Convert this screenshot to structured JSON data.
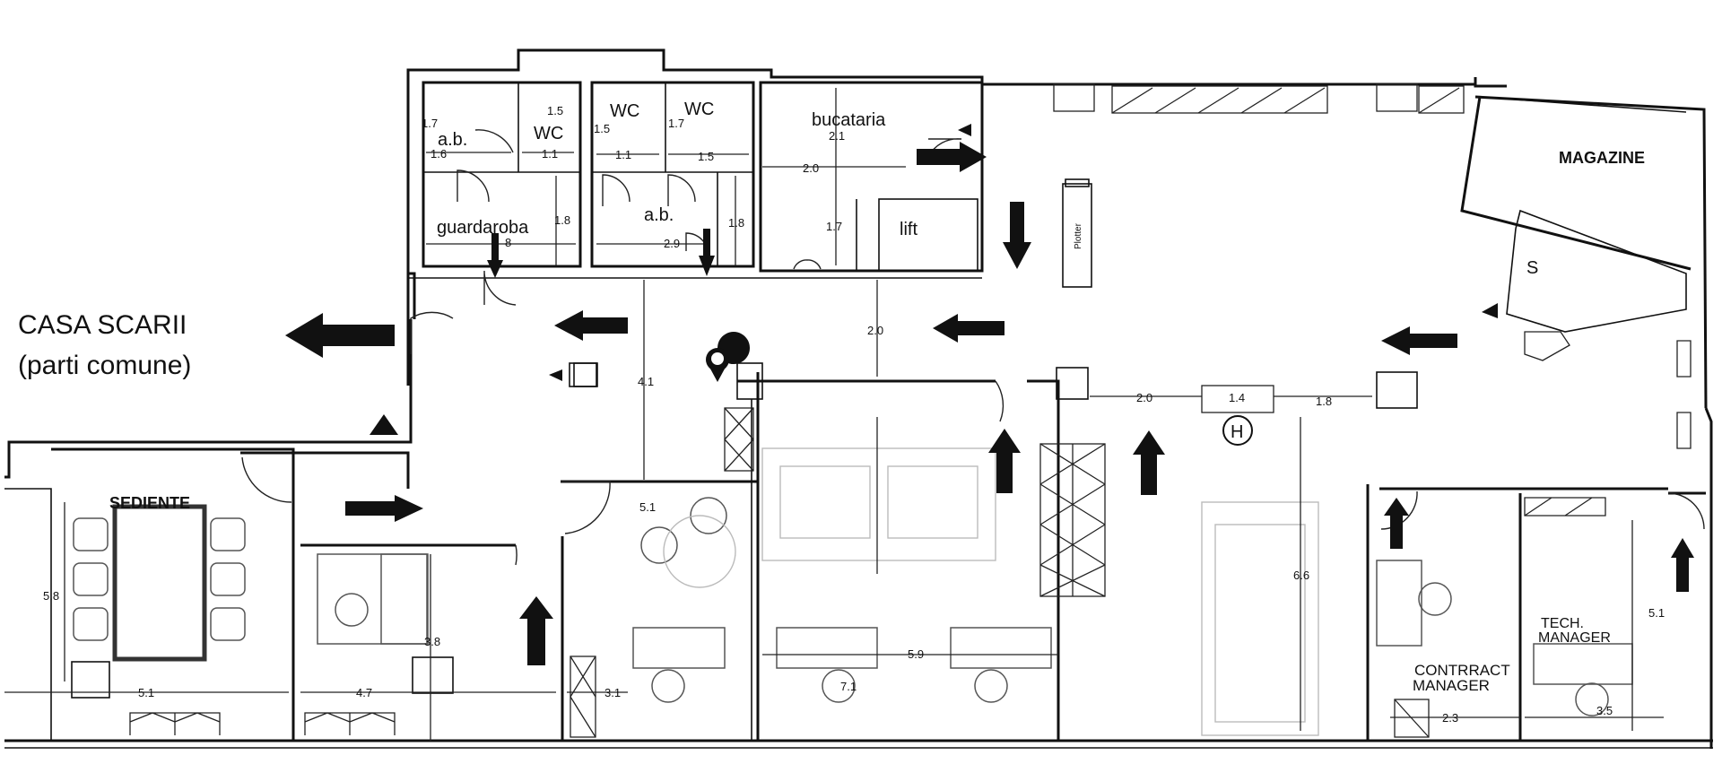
{
  "labels": {
    "stairs_line1": "CASA SCARII",
    "stairs_line2": "(parti comune)",
    "ab_left": "a.b.",
    "wc_left": "WC",
    "wc_mid": "WC",
    "wc_right": "WC",
    "ab_mid": "a.b.",
    "wardrobe": "guardaroba",
    "kitchen": "bucataria",
    "lift": "lift",
    "plotter": "Plotter",
    "storage": "MAGAZINE",
    "stair_s": "S",
    "meeting": "SEDIENTE",
    "tech_manager_1": "TECH.",
    "tech_manager_2": "MANAGER",
    "contract_manager_1": "CONTRRACT",
    "contract_manager_2": "MANAGER",
    "hydrant": "H"
  },
  "dimensions": {
    "d_1_7a": "1.7",
    "d_1_5a": "1.5",
    "d_1_6": "1.6",
    "d_1_1a": "1.1",
    "d_1_5b": "1.5",
    "d_1_7b": "1.7",
    "d_1_1b": "1.1",
    "d_1_5c": "1.5",
    "d_2_1": "2.1",
    "d_2_0a": "2.0",
    "d_1_7c": "1.7",
    "d_8": "8",
    "d_1_8a": "1.8",
    "d_2_9": "2.9",
    "d_1_8b": "1.8",
    "d_2_0b": "2.0",
    "d_4_1": "4.1",
    "d_2_0c": "2.0",
    "d_1_4": "1.4",
    "d_1_8c": "1.8",
    "d_5_1a": "5.1",
    "d_5_8": "5.8",
    "d_3_8": "3.8",
    "d_5_1b": "5.1",
    "d_4_7": "4.7",
    "d_3_1": "3.1",
    "d_7_1": "7.1",
    "d_5_9": "5.9",
    "d_6_6": "6.6",
    "d_5_1c": "5.1",
    "d_2_3": "2.3",
    "d_3_5": "3.5"
  }
}
